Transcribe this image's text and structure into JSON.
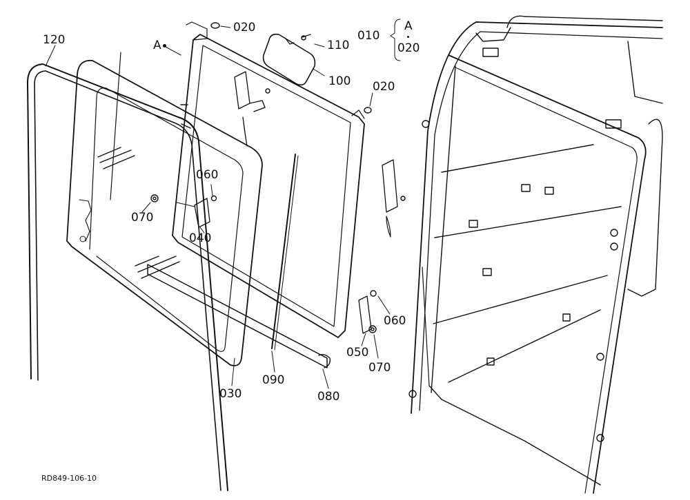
{
  "labels": {
    "p010": "010",
    "p020a": "020",
    "p020b": "020",
    "p020c": "020",
    "p030": "030",
    "p040": "040",
    "p050": "050",
    "p060a": "060",
    "p060b": "060",
    "p070a": "070",
    "p070b": "070",
    "p080": "080",
    "p090": "090",
    "p100": "100",
    "p110": "110",
    "p120": "120",
    "refA1": "A",
    "refA2": "A"
  },
  "drawing_number": "RD849-106-10"
}
